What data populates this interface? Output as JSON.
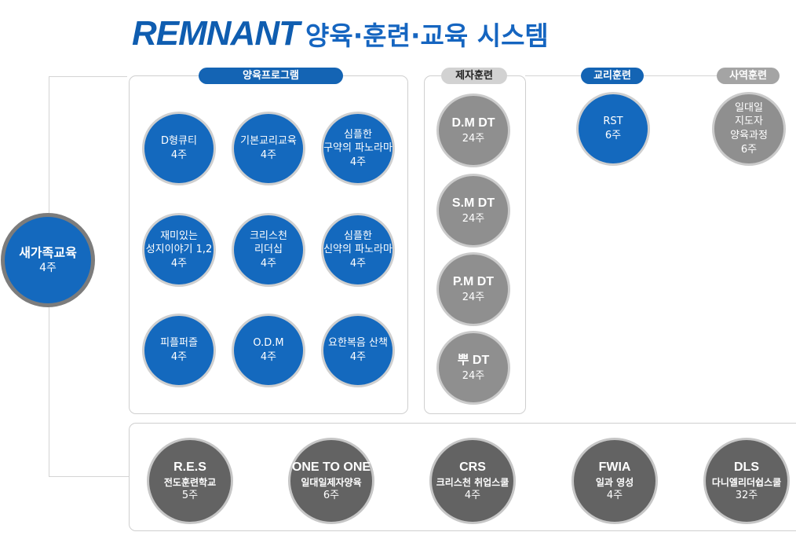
{
  "title": {
    "brand": "REMNANT",
    "subtitle": "양육·훈련·교육 시스템"
  },
  "sections": {
    "yangyuk": "양육프로그램",
    "jeja": "제자훈련",
    "gyori": "교리훈련",
    "sayeok": "사역훈련"
  },
  "root": {
    "title": "새가족교육",
    "duration": "4주"
  },
  "yangyuk_items": [
    {
      "lines": [
        "D형큐티"
      ],
      "duration": "4주"
    },
    {
      "lines": [
        "기본교리교육"
      ],
      "duration": "4주"
    },
    {
      "lines": [
        "심플한",
        "구약의 파노라마"
      ],
      "duration": "4주"
    },
    {
      "lines": [
        "재미있는",
        "성지이야기 1,2"
      ],
      "duration": "4주"
    },
    {
      "lines": [
        "크리스천",
        "리더십"
      ],
      "duration": "4주"
    },
    {
      "lines": [
        "심플한",
        "신약의 파노라마"
      ],
      "duration": "4주"
    },
    {
      "lines": [
        "피플퍼즐"
      ],
      "duration": "4주"
    },
    {
      "lines": [
        "O.D.M"
      ],
      "duration": "4주"
    },
    {
      "lines": [
        "요한복음 산책"
      ],
      "duration": "4주"
    }
  ],
  "jeja_items": [
    {
      "title": "D.M DT",
      "duration": "24주"
    },
    {
      "title": "S.M DT",
      "duration": "24주"
    },
    {
      "title": "P.M DT",
      "duration": "24주"
    },
    {
      "title": "뿌 DT",
      "duration": "24주"
    }
  ],
  "gyori_item": {
    "title": "RST",
    "duration": "6주"
  },
  "sayeok_item": {
    "lines": [
      "일대일",
      "지도자",
      "양육과정"
    ],
    "duration": "6주"
  },
  "school_items": [
    {
      "title": "R.E.S",
      "subtitle": "전도훈련학교",
      "duration": "5주"
    },
    {
      "title": "ONE TO ONE",
      "subtitle": "일대일제자양육",
      "duration": "6주"
    },
    {
      "title": "CRS",
      "subtitle": "크리스천 취업스쿨",
      "duration": "4주"
    },
    {
      "title": "FWIA",
      "subtitle": "일과 영성",
      "duration": "4주"
    },
    {
      "title": "DLS",
      "subtitle": "다니엘리더쉽스쿨",
      "duration": "32주"
    }
  ]
}
